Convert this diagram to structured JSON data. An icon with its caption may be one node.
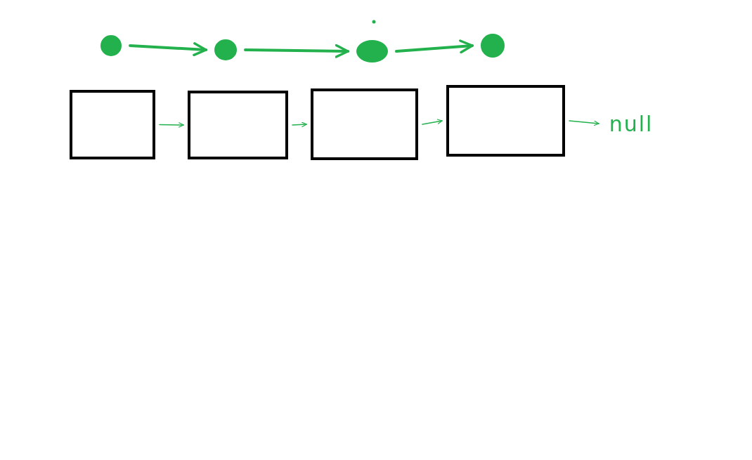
{
  "diagram": {
    "nodes": [
      {
        "text": [],
        "shape": "circle"
      },
      {
        "text": [],
        "shape": "circle"
      },
      {
        "text": [],
        "shape": "circle"
      },
      {
        "text": [],
        "shape": "circle"
      },
      {
        "text": [],
        "shape": "box"
      },
      {
        "text": [],
        "shape": "box"
      },
      {
        "text": [],
        "shape": "box"
      },
      {
        "text": [],
        "shape": "box"
      },
      {
        "text": [
          "null"
        ]
      }
    ],
    "edges": [
      {
        "from": 0,
        "to": 1,
        "arrow": "to",
        "style": "thick"
      },
      {
        "from": 1,
        "to": 2,
        "arrow": "to",
        "style": "thick"
      },
      {
        "from": 2,
        "to": 3,
        "arrow": "to",
        "style": "thick"
      },
      {
        "from": 4,
        "to": 5,
        "arrow": "to"
      },
      {
        "from": 5,
        "to": 6,
        "arrow": "to"
      },
      {
        "from": 6,
        "to": 7,
        "arrow": "to"
      },
      {
        "from": 7,
        "to": 8,
        "arrow": "to"
      }
    ]
  }
}
